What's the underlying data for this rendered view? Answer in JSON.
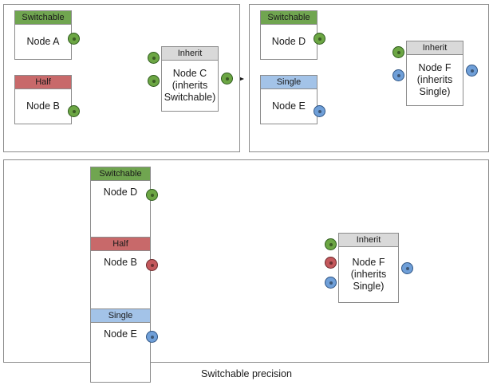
{
  "diagram": {
    "caption": "Switchable precision",
    "colors": {
      "switchable": "#70a550",
      "half": "#c8696a",
      "single": "#a3c3e8",
      "inherit": "#d9d9d9",
      "panel_border": "#8c8c8c",
      "wire": "#4d4d4d",
      "port_green": "#6ca644",
      "port_red": "#c4585c",
      "port_blue": "#6f9fd8"
    }
  },
  "panels": [
    {
      "id": "top-left",
      "nodes": [
        {
          "id": "node-a",
          "header": "Switchable",
          "body": "Node A"
        },
        {
          "id": "node-b",
          "header": "Half",
          "body": "Node B"
        },
        {
          "id": "node-c",
          "header": "Inherit",
          "body": "Node C\n(inherits\nSwitchable)"
        }
      ],
      "edges": [
        {
          "from": "node-a",
          "to": "node-c",
          "port_color": "green"
        },
        {
          "from": "node-b",
          "to": "node-c",
          "port_color": "green"
        }
      ],
      "output": {
        "node": "node-c",
        "port_color": "green",
        "arrow": true
      }
    },
    {
      "id": "top-right",
      "nodes": [
        {
          "id": "node-d",
          "header": "Switchable",
          "body": "Node D"
        },
        {
          "id": "node-e",
          "header": "Single",
          "body": "Node E"
        },
        {
          "id": "node-f",
          "header": "Inherit",
          "body": "Node F\n(inherits\nSingle)"
        }
      ],
      "edges": [
        {
          "from": "node-d",
          "to": "node-f",
          "port_color": "green"
        },
        {
          "from": "node-e",
          "to": "node-f",
          "port_color": "blue"
        }
      ],
      "output": {
        "node": "node-f",
        "port_color": "blue",
        "arrow": true
      }
    },
    {
      "id": "bottom",
      "nodes": [
        {
          "id": "node-d2",
          "header": "Switchable",
          "body": "Node D"
        },
        {
          "id": "node-b2",
          "header": "Half",
          "body": "Node B"
        },
        {
          "id": "node-e2",
          "header": "Single",
          "body": "Node E"
        },
        {
          "id": "node-f2",
          "header": "Inherit",
          "body": "Node F\n(inherits\nSingle)"
        }
      ],
      "edges": [
        {
          "from": "node-d2",
          "to": "node-f2",
          "port_color": "green"
        },
        {
          "from": "node-b2",
          "to": "node-f2",
          "port_color": "red"
        },
        {
          "from": "node-e2",
          "to": "node-f2",
          "port_color": "blue"
        }
      ],
      "output": {
        "node": "node-f2",
        "port_color": "blue",
        "arrow": false
      }
    }
  ]
}
